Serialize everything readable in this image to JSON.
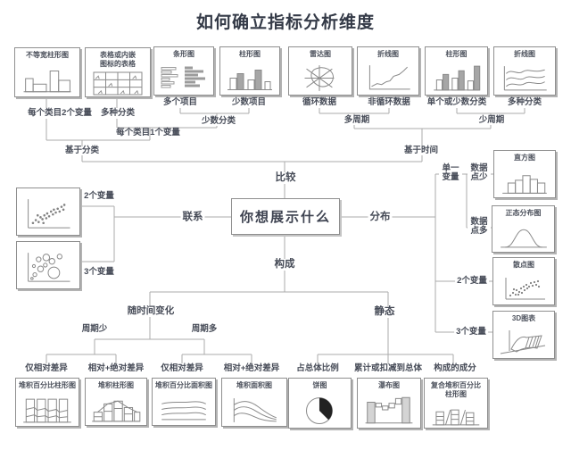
{
  "title": "如何确立指标分析维度",
  "center_question": "你想展示什么",
  "branches": {
    "comparison": "比较",
    "relationship": "联系",
    "distribution": "分布",
    "composition": "构成"
  },
  "decisions": {
    "two_vars_per_cat": "每个类目2个变量",
    "multi_category_left": "多种分类",
    "many_items": "多个项目",
    "few_items": "少数项目",
    "few_categories": "少数分类",
    "one_var_per_cat": "每个类目1个变量",
    "by_category": "基于分类",
    "cyclic_data": "循环数据",
    "non_cyclic_data": "非循环数据",
    "single_or_few_cat": "单个或少数分类",
    "multi_category_right": "多种分类",
    "many_periods": "多周期",
    "few_periods": "少周期",
    "by_time": "基于时间",
    "rel_two_vars": "2个变量",
    "rel_three_vars": "3个变量",
    "single_variable": "单一变量",
    "few_points": "数据点少",
    "many_points": "数据点多",
    "dist_two_vars": "2个变量",
    "dist_three_vars": "3个变量",
    "over_time": "随时间变化",
    "static_state": "静态",
    "few_cycles": "周期少",
    "many_cycles": "周期多",
    "rel_diff_only_col": "仅相对差异",
    "rel_abs_diff_col": "相对+绝对差异",
    "rel_diff_only_area": "仅相对差异",
    "rel_abs_diff_area": "相对+绝对差异",
    "share_of_total": "占总体比例",
    "accum_or_subtract": "累计或扣减到总体",
    "components": "构成的成分"
  },
  "charts": {
    "variable_width_column": "不等宽柱形图",
    "table_with_charts": "表格或内嵌图标的表格",
    "bar": "条形图",
    "column_few_items": "柱形图",
    "radar": "雷达图",
    "line_noncyclic": "折线图",
    "column_few_periods": "柱形图",
    "line_multi": "折线图",
    "histogram": "直方图",
    "normal_distribution": "正态分布图",
    "scatter": "散点图",
    "three_d": "3D图表",
    "stacked_pct_column": "堆积百分比柱形图",
    "stacked_column": "堆积柱形图",
    "stacked_pct_area": "堆积百分比面积图",
    "stacked_area": "堆积面积图",
    "pie": "饼图",
    "waterfall": "瀑布图",
    "composite_stacked_pct_column": "复合堆积百分比柱形图"
  },
  "colors": {
    "line": "#ababab",
    "box_border": "#8f8f8f",
    "box_shadow": "#b3b3b3",
    "text": "#474c58",
    "title": "#343a47",
    "pie_fill": "#222222"
  }
}
